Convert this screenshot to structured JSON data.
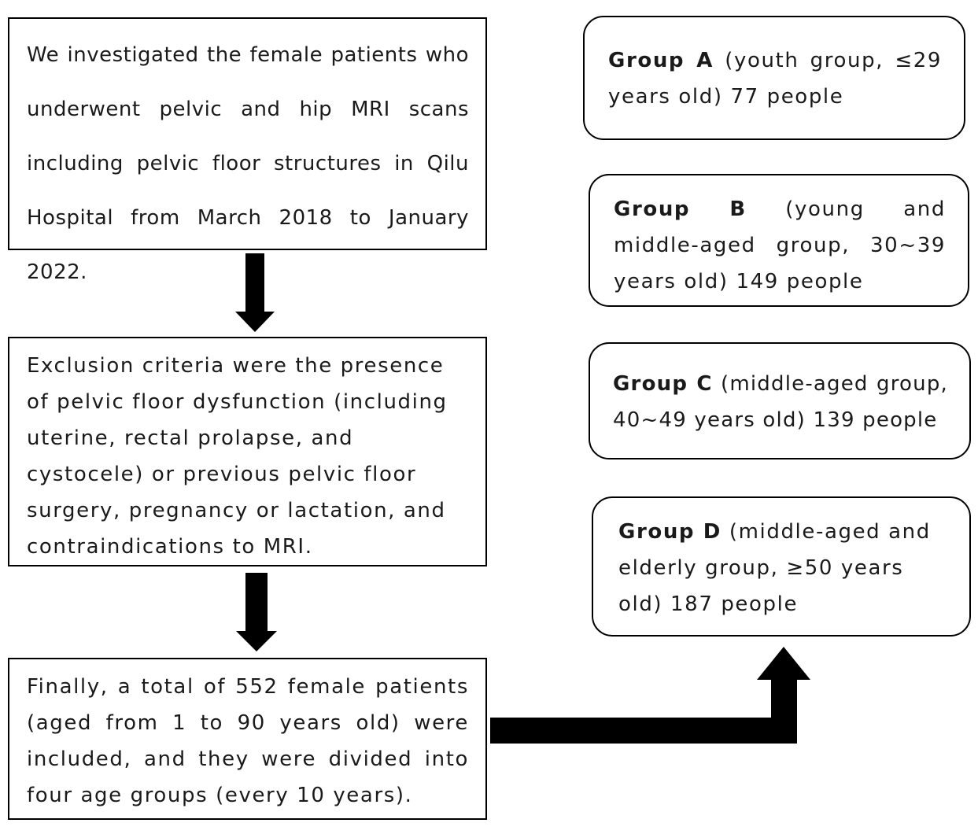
{
  "left_boxes": {
    "investigated": "We investigated the female patients who underwent pelvic and hip MRI scans including pelvic floor structures in Qilu Hospital from March 2018 to January 2022.",
    "exclusion": "Exclusion criteria were the presence of pelvic floor dysfunction (including uterine, rectal prolapse, and cystocele) or previous pelvic floor surgery, pregnancy or lactation, and contraindications to MRI.",
    "final": "Finally, a total of 552 female patients (aged from 1 to 90 years old) were included, and they were divided into four age groups (every 10 years)."
  },
  "groups": [
    {
      "label": "Group A",
      "desc": " (youth group, ≤29 years old) 77 people"
    },
    {
      "label": "Group B",
      "desc": " (young and middle-aged group, 30~39 years old) 149 people"
    },
    {
      "label": "Group C",
      "desc": " (middle-aged group, 40~49 years old) 139 people"
    },
    {
      "label": "Group D",
      "desc": " (middle-aged and elderly group, ≥50 years old) 187 people"
    }
  ]
}
